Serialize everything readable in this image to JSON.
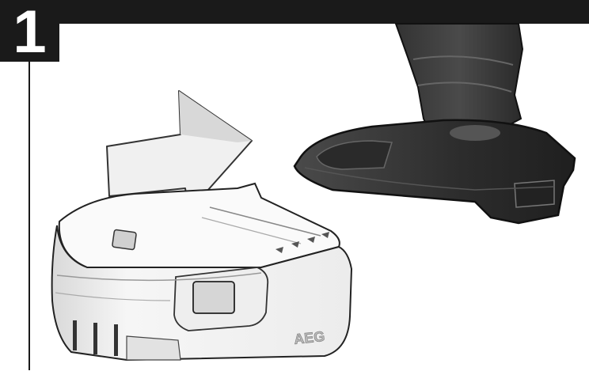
{
  "step": {
    "number": "1"
  },
  "illustration": {
    "battery_brand": "AEG",
    "arrow_direction": "right",
    "objects": [
      "battery-pack",
      "drill-base",
      "insertion-arrow"
    ]
  },
  "colors": {
    "bar": "#1a1a1a",
    "tool_body": "#3a3a3a",
    "battery_body": "#f4f4f4",
    "arrow_fill": "#f0f0f0"
  }
}
